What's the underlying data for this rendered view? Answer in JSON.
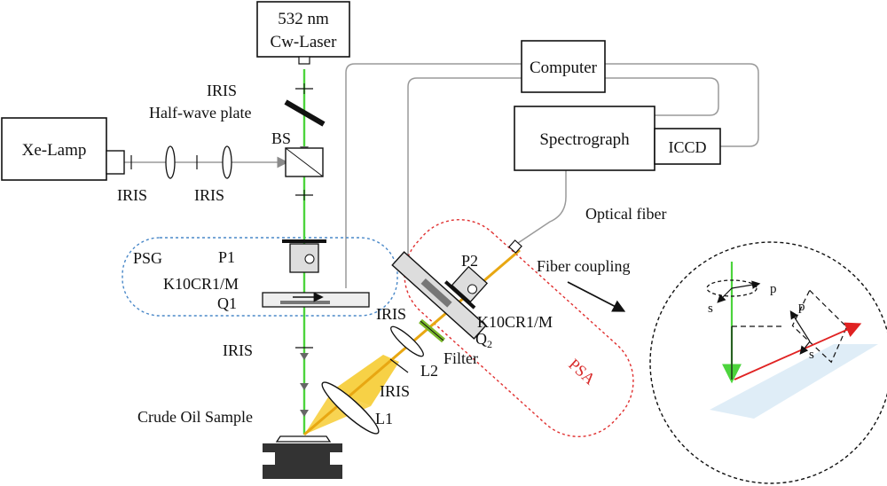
{
  "colors": {
    "laser_green": "#4cd43c",
    "signal_yellow": "#f5c518",
    "signal_orange": "#e8a712",
    "xe_beam": "#9a9a9a",
    "psg_outline": "#4a88c8",
    "psa_outline": "#e03030",
    "psa_text": "#d82a2a",
    "polarization_arrow": "#e02222",
    "sample_plane": "#dcebf6",
    "filter_green": "#7ab82a"
  },
  "components": {
    "laser": {
      "line1": "532 nm",
      "line2": "Cw-Laser"
    },
    "xe_lamp": "Xe-Lamp",
    "computer": "Computer",
    "spectrograph": "Spectrograph",
    "iccd": "ICCD"
  },
  "labels": {
    "iris_top": "IRIS",
    "half_wave_plate": "Half-wave plate",
    "bs": "BS",
    "iris_left_1": "IRIS",
    "iris_left_2": "IRIS",
    "psg": "PSG",
    "p1": "P1",
    "k10cr1_psg": "K10CR1/M",
    "q1": "Q1",
    "iris_mid": "IRIS",
    "crude_oil_sample": "Crude Oil Sample",
    "l1": "L1",
    "iris_lower": "IRIS",
    "l2": "L2",
    "iris_filter": "IRIS",
    "filter": "Filter",
    "p2": "P2",
    "k10cr1_psa": "K10CR1/M",
    "q2": "Q",
    "q2_sub": "2",
    "psa": "PSA",
    "optical_fiber": "Optical fiber",
    "fiber_coupling": "Fiber coupling"
  },
  "inset": {
    "p_top": "p",
    "s_top": "s",
    "p_side": "p",
    "s_side": "s"
  },
  "icons": [
    "arrow-icon",
    "lens-icon",
    "iris-icon",
    "beam-splitter-icon",
    "polarizer-icon",
    "mirror-icon"
  ]
}
